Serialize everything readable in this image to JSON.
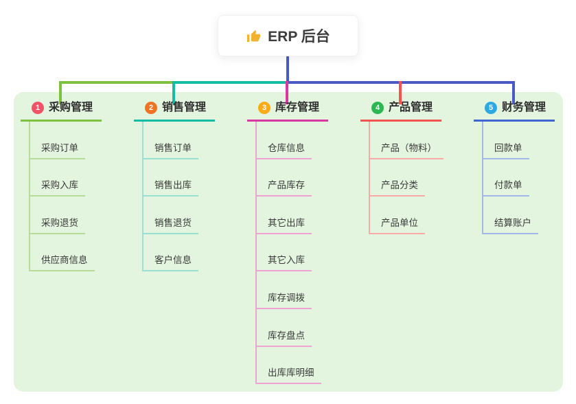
{
  "root": {
    "label": "ERP 后台",
    "icon": "thumbs-up-icon"
  },
  "panel_color": "#e4f5df",
  "connector_colors": {
    "root_line": "#4a5ac5",
    "segment_left": "#7ec141",
    "segment_mid": "#12bda4",
    "segment_right": "#4a5ac5"
  },
  "branches": [
    {
      "index": "1",
      "label": "采购管理",
      "badge_color": "#ee5368",
      "line_color": "#7ec141",
      "light_line_color": "#b7dc98",
      "drop_color": "#7ec141",
      "children": [
        "采购订单",
        "采购入库",
        "采购退货",
        "供应商信息"
      ]
    },
    {
      "index": "2",
      "label": "销售管理",
      "badge_color": "#ee7423",
      "line_color": "#12bda4",
      "light_line_color": "#9adfd3",
      "drop_color": "#12bda4",
      "children": [
        "销售订单",
        "销售出库",
        "销售退货",
        "客户信息"
      ]
    },
    {
      "index": "3",
      "label": "库存管理",
      "badge_color": "#f9ac18",
      "line_color": "#d8389f",
      "light_line_color": "#f0a2d3",
      "drop_color": "#d8389f",
      "children": [
        "仓库信息",
        "产品库存",
        "其它出库",
        "其它入库",
        "库存调拨",
        "库存盘点",
        "出库库明细"
      ]
    },
    {
      "index": "4",
      "label": "产品管理",
      "badge_color": "#2cb752",
      "line_color": "#f2544f",
      "light_line_color": "#f9a9a6",
      "drop_color": "#f2544f",
      "children": [
        "产品（物料）",
        "产品分类",
        "产品单位"
      ]
    },
    {
      "index": "5",
      "label": "财务管理",
      "badge_color": "#2ca9e1",
      "line_color": "#3e63d2",
      "light_line_color": "#a3b8ea",
      "drop_color": "#4a5ac5",
      "children": [
        "回款单",
        "付款单",
        "结算账户"
      ]
    }
  ]
}
